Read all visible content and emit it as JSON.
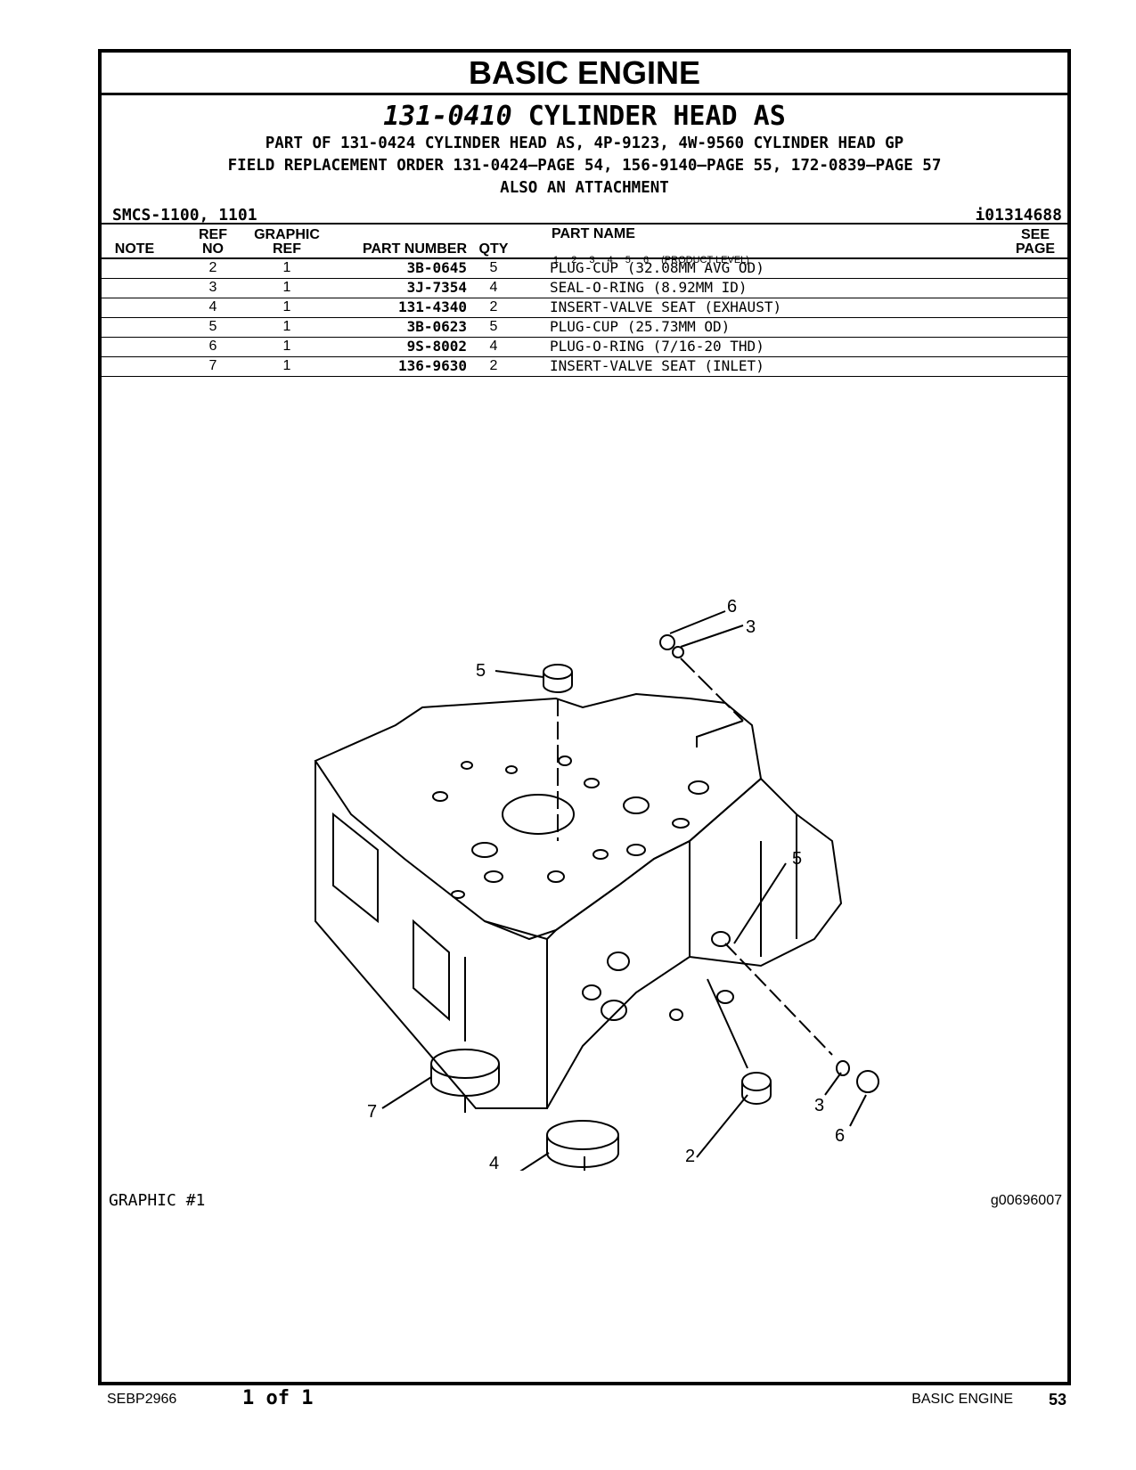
{
  "section_title": "BASIC ENGINE",
  "heading": {
    "part_number": "131-0410",
    "part_name": "CYLINDER HEAD AS"
  },
  "subheadings": [
    "PART OF 131-0424 CYLINDER HEAD AS, 4P-9123, 4W-9560 CYLINDER HEAD GP",
    "FIELD REPLACEMENT ORDER 131-0424—PAGE 54, 156-9140—PAGE 55, 172-0839—PAGE 57",
    "ALSO AN ATTACHMENT"
  ],
  "smcs": "SMCS-1100, 1101",
  "doc_id": "i01314688",
  "columns": {
    "note": "NOTE",
    "ref_no_1": "REF",
    "ref_no_2": "NO",
    "graphic_ref_1": "GRAPHIC",
    "graphic_ref_2": "REF",
    "part_number": "PART NUMBER",
    "qty": "QTY",
    "part_name": "PART NAME",
    "product_levels": [
      "1",
      "2",
      "3",
      "4",
      "5",
      "6"
    ],
    "product_level_label": "(PRODUCT LEVEL)",
    "see_page_1": "SEE",
    "see_page_2": "PAGE"
  },
  "rows": [
    {
      "ref": "2",
      "graphic": "1",
      "part_number": "3B-0645",
      "qty": "5",
      "name": "PLUG-CUP (32.08MM AVG OD)"
    },
    {
      "ref": "3",
      "graphic": "1",
      "part_number": "3J-7354",
      "qty": "4",
      "name": "SEAL-O-RING (8.92MM ID)"
    },
    {
      "ref": "4",
      "graphic": "1",
      "part_number": "131-4340",
      "qty": "2",
      "name": "INSERT-VALVE SEAT (EXHAUST)"
    },
    {
      "ref": "5",
      "graphic": "1",
      "part_number": "3B-0623",
      "qty": "5",
      "name": "PLUG-CUP (25.73MM OD)"
    },
    {
      "ref": "6",
      "graphic": "1",
      "part_number": "9S-8002",
      "qty": "4",
      "name": "PLUG-O-RING (7/16-20 THD)"
    },
    {
      "ref": "7",
      "graphic": "1",
      "part_number": "136-9630",
      "qty": "2",
      "name": "INSERT-VALVE SEAT (INLET)"
    }
  ],
  "callouts": {
    "c6_top": "6",
    "c3_top": "3",
    "c5_left": "5",
    "c5_right": "5",
    "c7": "7",
    "c4": "4",
    "c2": "2",
    "c3_bottom": "3",
    "c6_bottom": "6"
  },
  "graphic_label": "GRAPHIC #1",
  "graphic_id": "g00696007",
  "footer": {
    "doc": "SEBP2966",
    "pages": "1 of 1",
    "section": "BASIC ENGINE",
    "page": "53"
  }
}
